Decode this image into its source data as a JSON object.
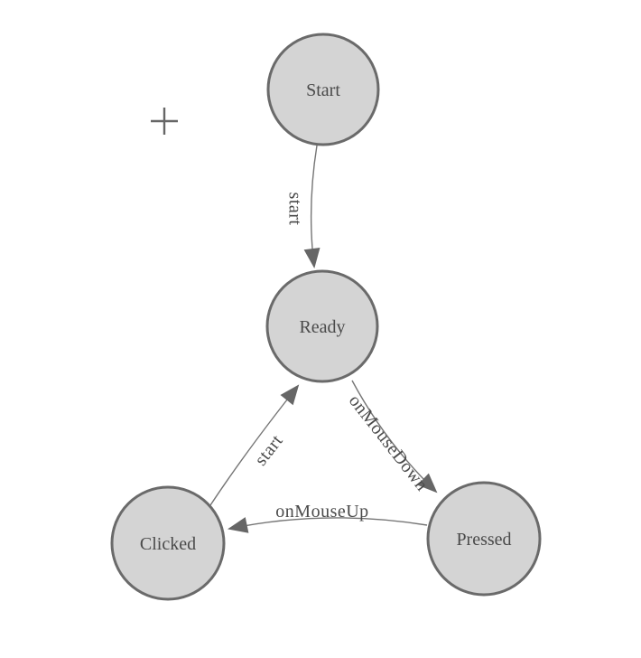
{
  "diagram": {
    "type": "finite-state-machine",
    "nodes": [
      {
        "id": "start",
        "label": "Start"
      },
      {
        "id": "ready",
        "label": "Ready"
      },
      {
        "id": "clicked",
        "label": "Clicked"
      },
      {
        "id": "pressed",
        "label": "Pressed"
      }
    ],
    "edges": [
      {
        "from": "start",
        "to": "ready",
        "label": "start"
      },
      {
        "from": "clicked",
        "to": "ready",
        "label": "start"
      },
      {
        "from": "ready",
        "to": "pressed",
        "label": "onMouseDown"
      },
      {
        "from": "pressed",
        "to": "clicked",
        "label": "onMouseUp"
      }
    ]
  },
  "icons": {
    "crosshair_cursor": "+"
  },
  "theme": {
    "canvas_bg": "#ffffff",
    "node_fill": "#d4d4d4",
    "node_stroke": "#6a6a6a",
    "edge_color": "#757575",
    "arrow_color": "#666666",
    "label_color": "#4a4a4a",
    "cursor_color": "#666666"
  }
}
